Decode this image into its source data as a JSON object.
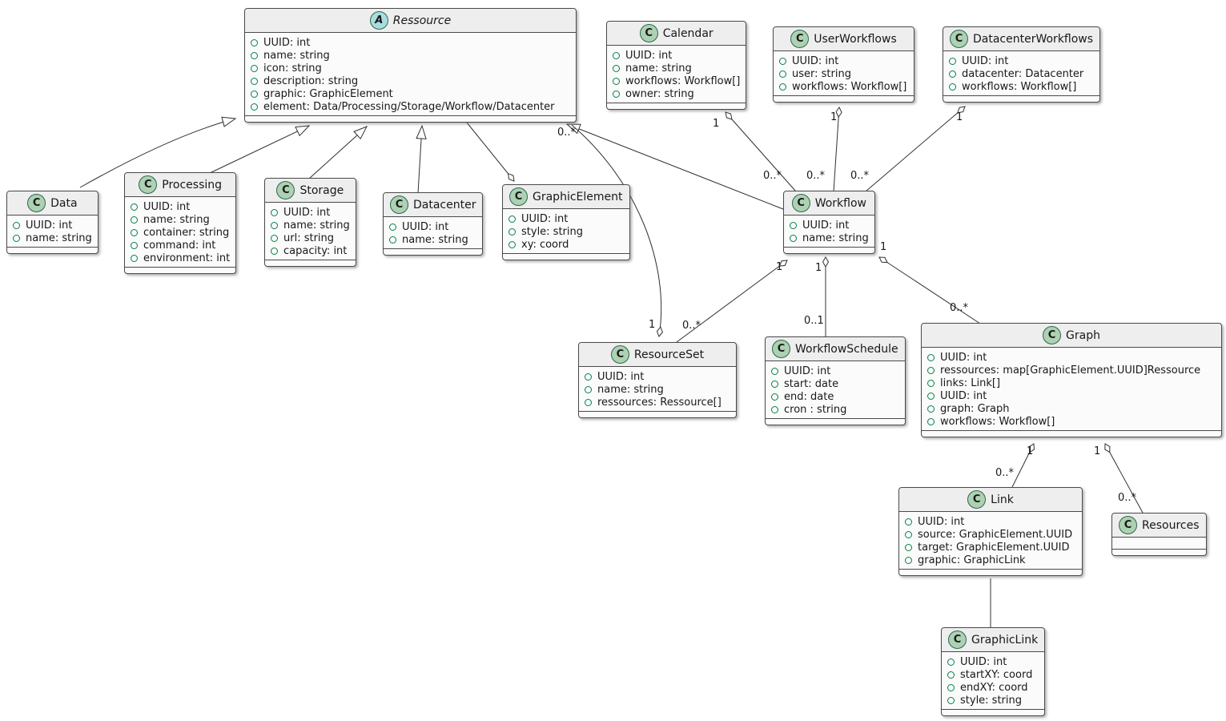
{
  "diagram": {
    "classes": [
      {
        "id": "ressource",
        "stereotype": "A",
        "name": "Ressource",
        "attributes": [
          "UUID: int",
          "name: string",
          "icon: string",
          "description: string",
          "graphic: GraphicElement",
          "element: Data/Processing/Storage/Workflow/Datacenter"
        ]
      },
      {
        "id": "data",
        "stereotype": "C",
        "name": "Data",
        "attributes": [
          "UUID: int",
          "name: string"
        ]
      },
      {
        "id": "processing",
        "stereotype": "C",
        "name": "Processing",
        "attributes": [
          "UUID: int",
          "name: string",
          "container: string",
          "command: int",
          "environment: int"
        ]
      },
      {
        "id": "storage",
        "stereotype": "C",
        "name": "Storage",
        "attributes": [
          "UUID: int",
          "name: string",
          "url: string",
          "capacity: int"
        ]
      },
      {
        "id": "datacenter",
        "stereotype": "C",
        "name": "Datacenter",
        "attributes": [
          "UUID: int",
          "name: string"
        ]
      },
      {
        "id": "graphicelement",
        "stereotype": "C",
        "name": "GraphicElement",
        "attributes": [
          "UUID: int",
          "style: string",
          "xy: coord"
        ]
      },
      {
        "id": "calendar",
        "stereotype": "C",
        "name": "Calendar",
        "attributes": [
          "UUID: int",
          "name: string",
          "workflows: Workflow[]",
          "owner: string"
        ]
      },
      {
        "id": "userworkflows",
        "stereotype": "C",
        "name": "UserWorkflows",
        "attributes": [
          "UUID: int",
          "user: string",
          "workflows: Workflow[]"
        ]
      },
      {
        "id": "datacenterworkflows",
        "stereotype": "C",
        "name": "DatacenterWorkflows",
        "attributes": [
          "UUID: int",
          "datacenter: Datacenter",
          "workflows: Workflow[]"
        ]
      },
      {
        "id": "workflow",
        "stereotype": "C",
        "name": "Workflow",
        "attributes": [
          "UUID: int",
          "name: string"
        ]
      },
      {
        "id": "resourceset",
        "stereotype": "C",
        "name": "ResourceSet",
        "attributes": [
          "UUID: int",
          "name: string",
          "ressources: Ressource[]"
        ]
      },
      {
        "id": "workflowschedule",
        "stereotype": "C",
        "name": "WorkflowSchedule",
        "attributes": [
          "UUID: int",
          "start: date",
          "end: date",
          "cron : string"
        ]
      },
      {
        "id": "graph",
        "stereotype": "C",
        "name": "Graph",
        "attributes": [
          "UUID: int",
          "ressources: map[GraphicElement.UUID]Ressource",
          "links: Link[]",
          "UUID: int",
          "graph: Graph",
          "workflows: Workflow[]"
        ]
      },
      {
        "id": "link",
        "stereotype": "C",
        "name": "Link",
        "attributes": [
          "UUID: int",
          "source: GraphicElement.UUID",
          "target: GraphicElement.UUID",
          "graphic: GraphicLink"
        ]
      },
      {
        "id": "resources",
        "stereotype": "C",
        "name": "Resources",
        "attributes": []
      },
      {
        "id": "graphiclink",
        "stereotype": "C",
        "name": "GraphicLink",
        "attributes": [
          "UUID: int",
          "startXY: coord",
          "endXY: coord",
          "style: string"
        ]
      }
    ],
    "multiplicities": {
      "ressource_resourceset": {
        "ressource_end": "0..*",
        "resourceset_end": "1"
      },
      "calendar_workflow": {
        "calendar_end": "1",
        "workflow_end": "0..*"
      },
      "userworkflows_workflow": {
        "userworkflows_end": "1",
        "workflow_end": "0..*"
      },
      "datacenterworkflows_workflow": {
        "datacenterworkflows_end": "1",
        "workflow_end": "0..*"
      },
      "workflow_resourceset": {
        "workflow_end": "1",
        "resourceset_end": "0..*"
      },
      "workflow_workflowschedule": {
        "workflow_end": "1",
        "workflowschedule_end": "0..1"
      },
      "workflow_graph": {
        "workflow_end": "1",
        "graph_end": "0..*"
      },
      "graph_link": {
        "graph_end": "1",
        "link_end": "0..*"
      },
      "graph_resources": {
        "graph_end": "1",
        "resources_end": "0..*"
      }
    },
    "colors": {
      "class_circle_fill": "#add1b2",
      "abstract_circle_fill": "#a9dcdf",
      "header_fill": "#eeeeee",
      "body_fill": "#fbfbfb",
      "border": "#4a4a4a",
      "line": "#303030",
      "field_icon": "#038048"
    }
  }
}
